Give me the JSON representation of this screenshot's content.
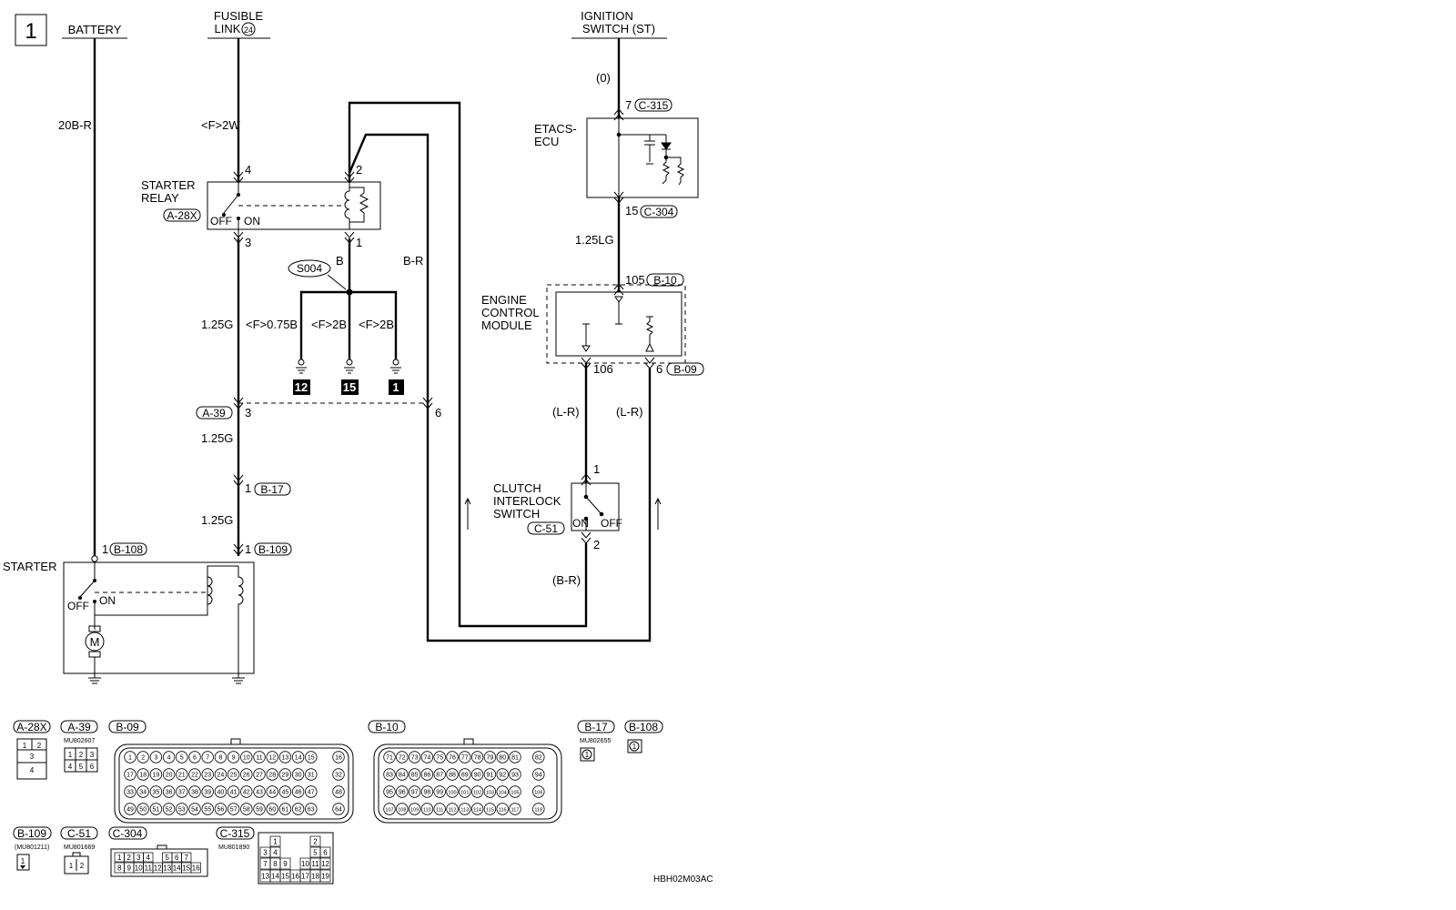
{
  "page_number": "1",
  "sources": {
    "battery": "BATTERY",
    "fusible_link": "FUSIBLE",
    "fusible_link_2": "LINK",
    "fusible_link_num": "24",
    "ignition_1": "IGNITION",
    "ignition_2": "SWITCH (ST)"
  },
  "wires": {
    "battery": "20B-R",
    "fusible": "<F>2W",
    "ign": "(0)",
    "etacs_out": "1.25LG",
    "relay_b": "B",
    "b_r": "B-R",
    "g1": "1.25G",
    "g2": "1.25G",
    "g3": "1.25G",
    "f075b": "<F>0.75B",
    "f2b_a": "<F>2B",
    "f2b_b": "<F>2B",
    "lr1": "(L-R)",
    "lr2": "(L-R)",
    "br_paren": "(B-R)"
  },
  "components": {
    "starter_relay_1": "STARTER",
    "starter_relay_2": "RELAY",
    "starter_relay_conn": "A-28X",
    "relay_off": "OFF",
    "relay_on": "ON",
    "etacs_1": "ETACS-",
    "etacs_2": "ECU",
    "ecm_1": "ENGINE",
    "ecm_2": "CONTROL",
    "ecm_3": "MODULE",
    "clutch_1": "CLUTCH",
    "clutch_2": "INTERLOCK",
    "clutch_3": "SWITCH",
    "clutch_conn": "C-51",
    "clutch_on": "ON",
    "clutch_off": "OFF",
    "starter": "STARTER",
    "starter_off": "OFF",
    "starter_on": "ON",
    "motor": "M",
    "splice": "S004"
  },
  "pins": {
    "relay_4": "4",
    "relay_2": "2",
    "relay_3": "3",
    "relay_1": "1",
    "etacs_7": "7",
    "etacs_7_conn": "C-315",
    "etacs_15": "15",
    "etacs_15_conn": "C-304",
    "ecm_105": "105",
    "ecm_105_conn": "B-10",
    "ecm_106": "106",
    "ecm_6": "6",
    "ecm_6_conn": "B-09",
    "a39_conn": "A-39",
    "a39_3": "3",
    "a39_6": "6",
    "b17_1": "1",
    "b17_conn": "B-17",
    "b108_1": "1",
    "b108_conn": "B-108",
    "b109_1": "1",
    "b109_conn": "B-109",
    "clutch_1": "1",
    "clutch_2": "2"
  },
  "grounds": {
    "g12": "12",
    "g15": "15",
    "g1": "1"
  },
  "connectors": {
    "a28x": "A-28X",
    "a39": "A-39",
    "a39_part": "MU802607",
    "b09": "B-09",
    "b10": "B-10",
    "b17": "B-17",
    "b17_part": "MU802655",
    "b108": "B-108",
    "b109": "B-109",
    "b109_part": "(MU801211)",
    "c51": "C-51",
    "c51_part": "MU801669",
    "c304": "C-304",
    "c315": "C-315",
    "c315_part": "MU801890",
    "a28x_pins": [
      "1",
      "2",
      "3",
      "4"
    ],
    "a39_pins": [
      "1",
      "2",
      "3",
      "4",
      "5",
      "6"
    ],
    "b17_pin": "1",
    "b108_pin": "1",
    "b109_pin": "1",
    "c51_pins": [
      "1",
      "2"
    ],
    "c304_pins": [
      "1",
      "2",
      "3",
      "4",
      "5",
      "6",
      "7",
      "8",
      "9",
      "10",
      "11",
      "12",
      "13",
      "14",
      "15",
      "16"
    ],
    "c315_pins": [
      "1",
      "2",
      "3",
      "4",
      "5",
      "6",
      "7",
      "8",
      "9",
      "10",
      "11",
      "12",
      "13",
      "14",
      "15",
      "16",
      "17",
      "18",
      "19"
    ]
  },
  "footer_code": "HBH02M03AC"
}
